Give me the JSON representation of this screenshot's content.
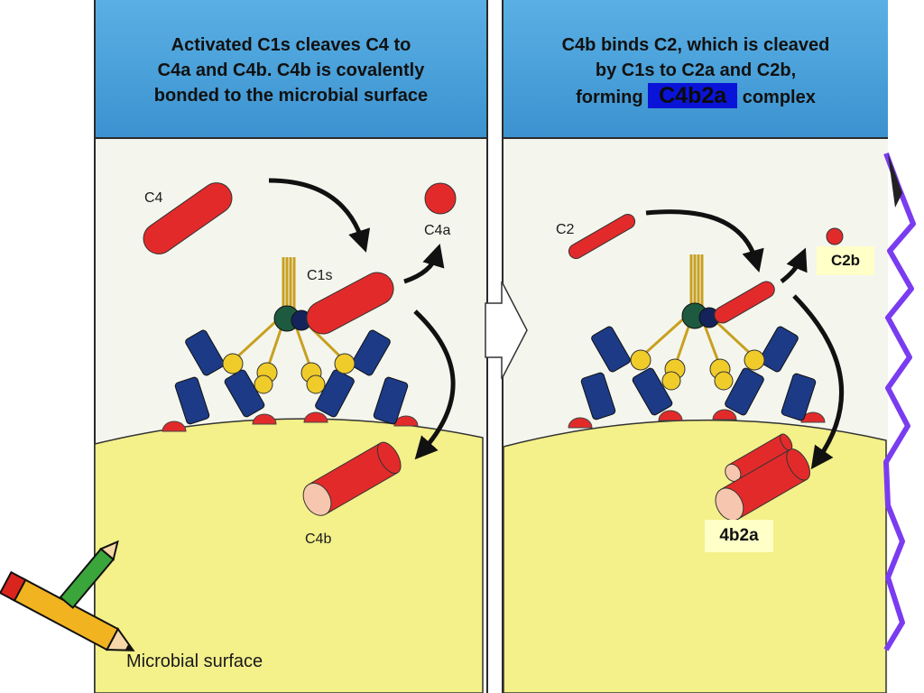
{
  "left_panel": {
    "header_lines": [
      "Activated C1s cleaves C4 to",
      "C4a and C4b. C4b is covalently",
      "bonded to the microbial surface"
    ],
    "labels": {
      "c4": "C4",
      "c4a": "C4a",
      "c1s": "C1s",
      "c4b": "C4b",
      "surface": "Microbial surface"
    }
  },
  "right_panel": {
    "header_lines": [
      "C4b binds C2, which is cleaved",
      "by C1s to C2a and C2b,"
    ],
    "header_prefix": "forming",
    "highlight": "C4b2a",
    "header_suffix": "complex",
    "labels": {
      "c2": "C2",
      "c2b": "C2b",
      "complex": "4b2a"
    }
  },
  "colors": {
    "header": "#4aa3dc",
    "highlight": "#0a14d8",
    "red": "#e32a2a",
    "navy": "#1c3a86",
    "yellow": "#f0cc2a",
    "surface": "#f4f08a",
    "zigzag": "#7a3cf0"
  },
  "icons": [
    "pencil-icon",
    "arrow-icon",
    "zigzag-border-icon"
  ]
}
